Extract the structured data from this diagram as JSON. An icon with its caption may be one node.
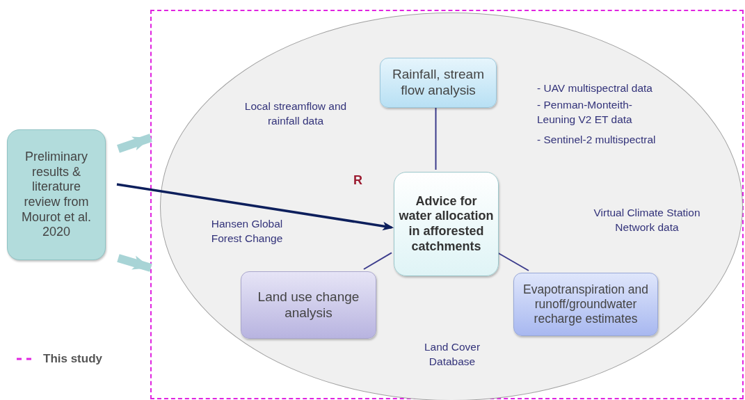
{
  "diagram": {
    "nodes": [
      {
        "text": [
          "Preliminary results & literature review from Mourot et al. 2020"
        ]
      },
      {
        "text": [],
        "shape": "box"
      },
      {
        "text": [],
        "shape": "ellipse",
        "in": 1
      },
      {
        "text": [
          "Rainfall, stream flow analysis"
        ],
        "in": 2
      },
      {
        "text": [
          "Advice for water allocation in afforested catchments"
        ],
        "in": 2
      },
      {
        "text": [
          "Land use change analysis"
        ],
        "in": 2
      },
      {
        "text": [
          "Evapotranspiration and runoff/groundwater recharge estimates"
        ],
        "in": 2
      }
    ],
    "edges": [
      {
        "from": 0,
        "to": 1,
        "arrow": "to",
        "style": "thick",
        "color": "#a8d4d6"
      },
      {
        "from": 0,
        "to": 1,
        "arrow": "to",
        "style": "thick",
        "color": "#a8d4d6"
      },
      {
        "from": 0,
        "to": 4,
        "arrow": "to"
      },
      {
        "from": 4,
        "to": 3,
        "arrow": "none",
        "color": "#3c3c8c"
      },
      {
        "from": 4,
        "to": 5,
        "arrow": "none",
        "color": "#3c3c8c"
      },
      {
        "from": 4,
        "to": 6,
        "arrow": "none",
        "color": "#3c3c8c"
      }
    ],
    "labels": [
      "Local streamflow and rainfall data",
      "- UAV multispectral data",
      "- Penman-Monteith- Leuning V2 ET data",
      "- Sentinel-2 multispectral",
      "R",
      "Hansen Global Forest Change",
      "Virtual Climate Station Network data",
      "Land Cover Database"
    ],
    "legend": [
      {
        "text": "This study"
      }
    ]
  }
}
